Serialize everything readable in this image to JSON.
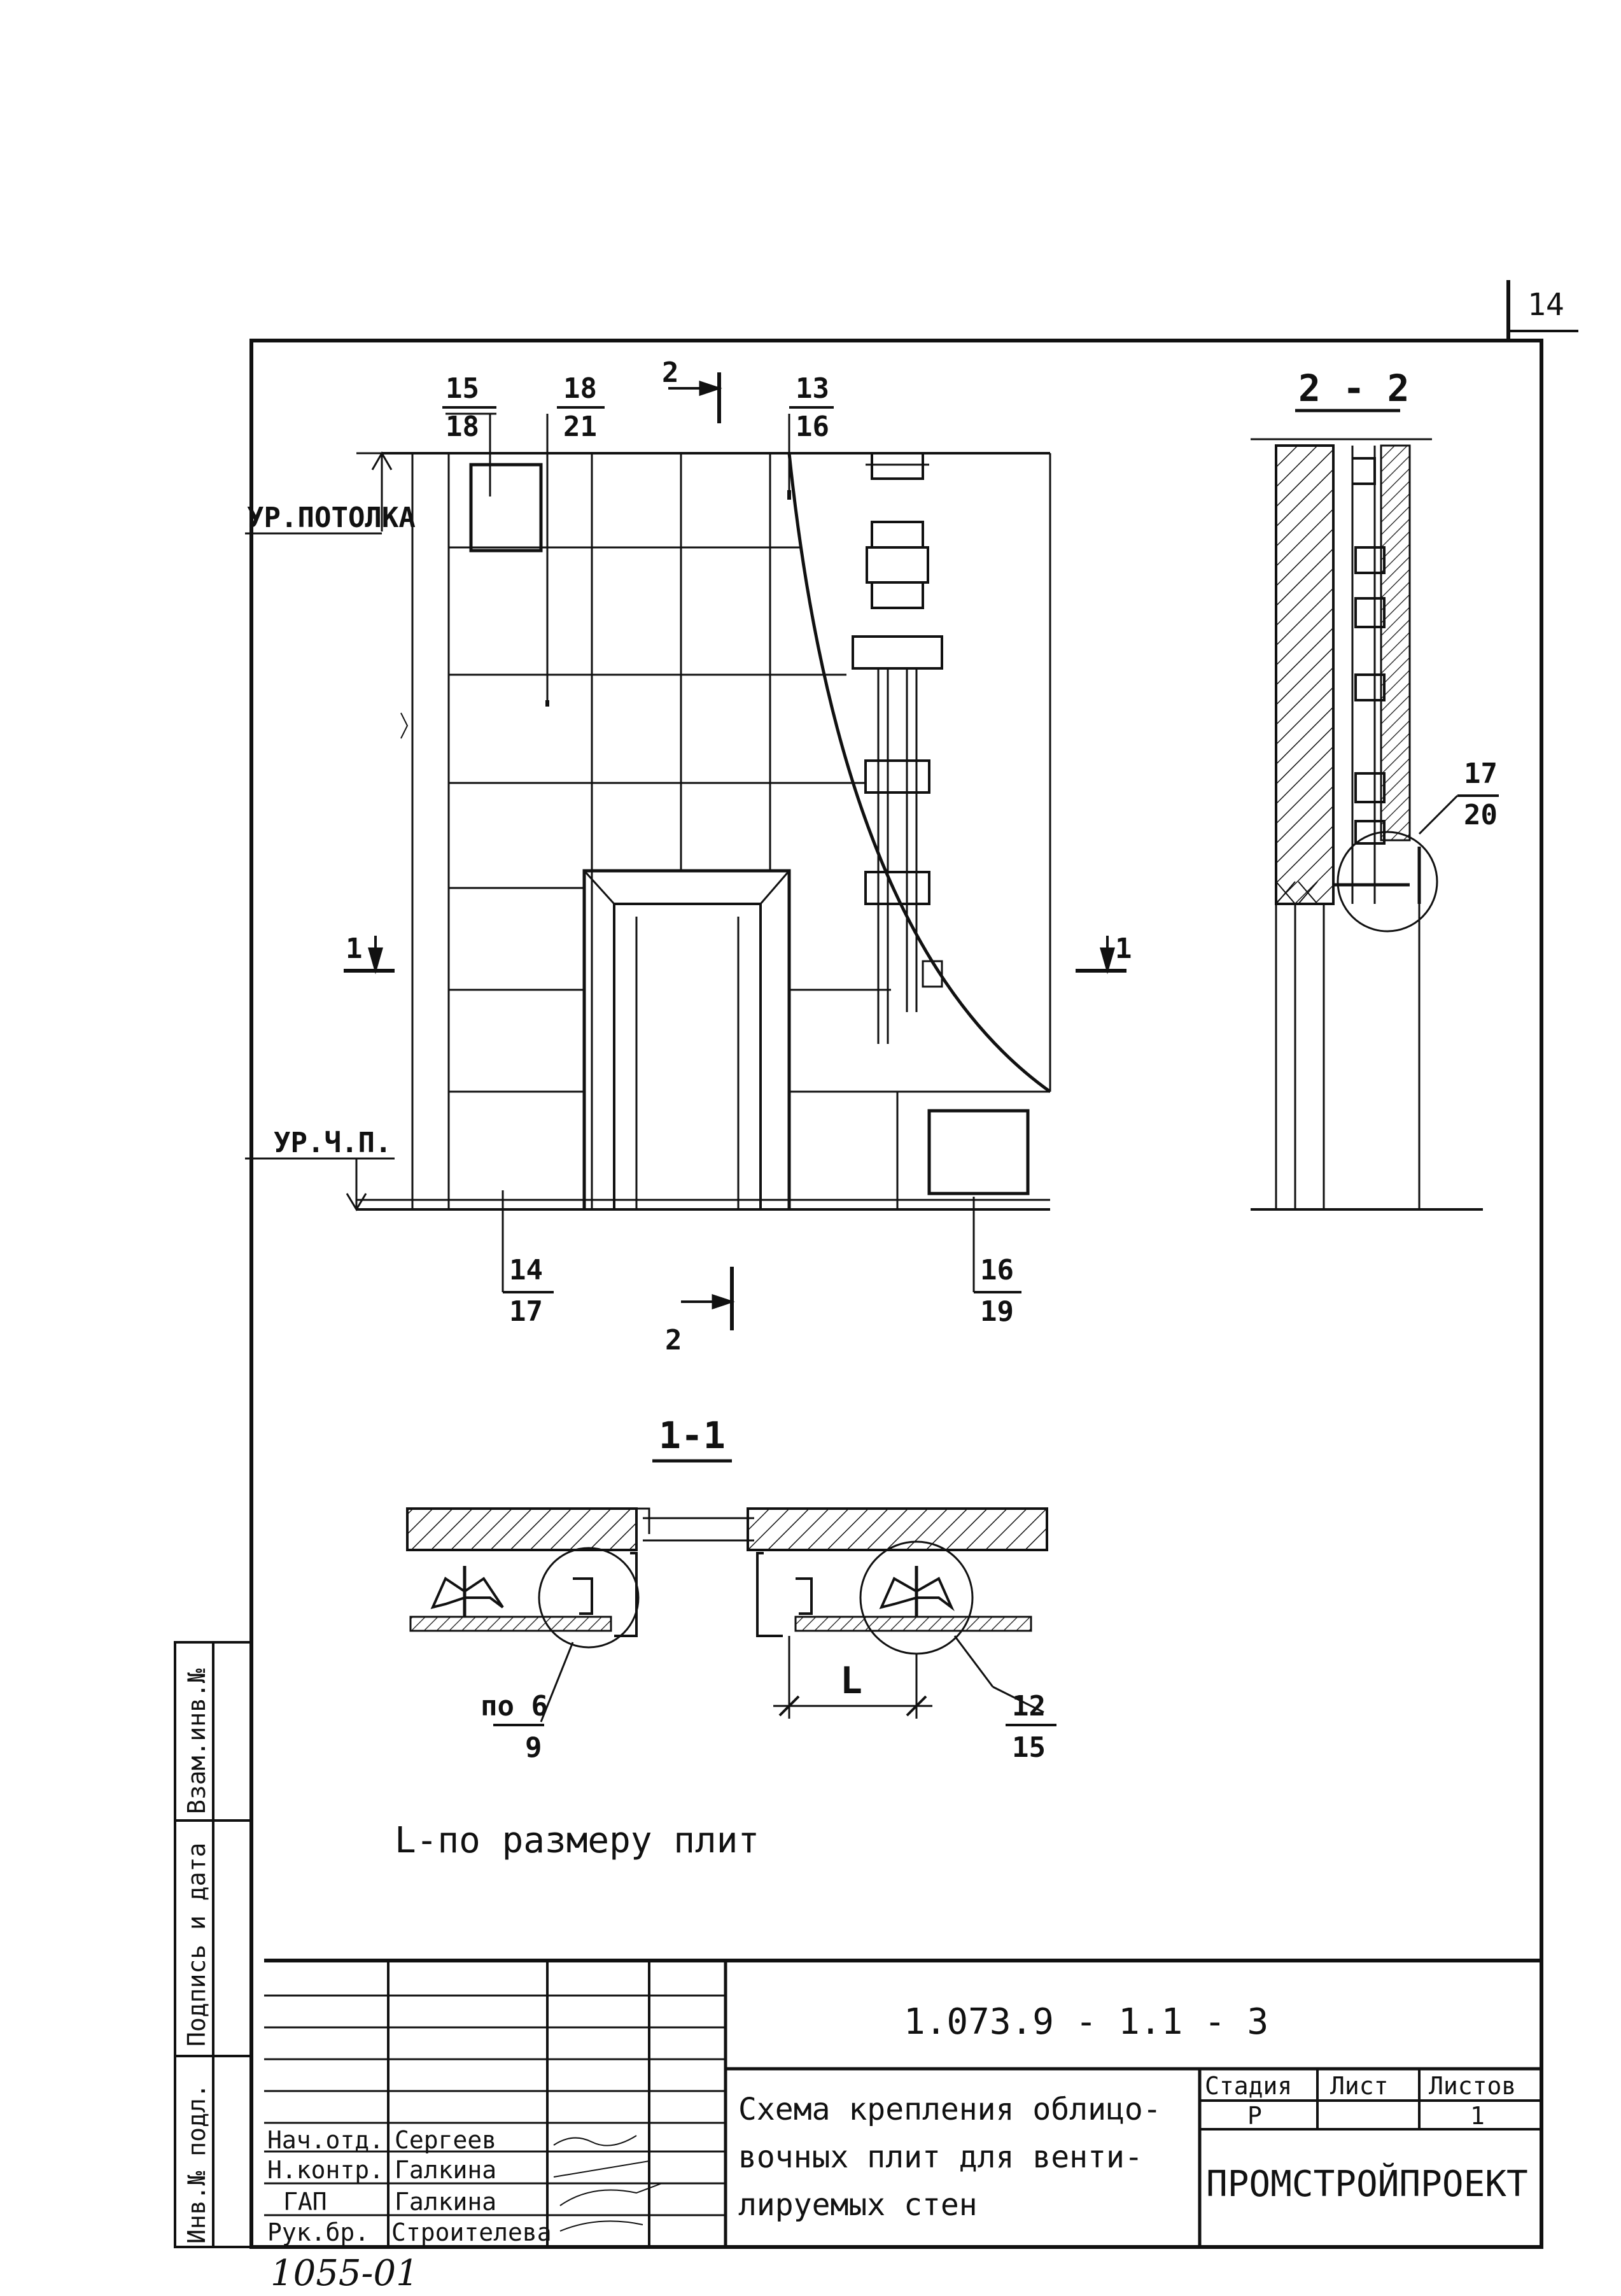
{
  "sheet_number": "14",
  "elevation": {
    "labels": {
      "ceiling_level": "УР.ПОТОЛКА",
      "floor_level": "УР.Ч.П."
    },
    "callouts": [
      {
        "top": "15",
        "bottom": "18"
      },
      {
        "top": "18",
        "bottom": "21"
      },
      {
        "top": "13",
        "bottom": "16"
      },
      {
        "top": "14",
        "bottom": "17"
      },
      {
        "top": "16",
        "bottom": "19"
      }
    ],
    "section_marks": {
      "s1_left": "1",
      "s1_right": "1",
      "s2_top": "2",
      "s2_bottom": "2"
    }
  },
  "section_2_2": {
    "title": "2 - 2",
    "callout": {
      "top": "17",
      "bottom": "20"
    }
  },
  "section_1_1": {
    "title": "1-1",
    "dimension_label": "L",
    "callout_left": {
      "top": "по 6",
      "bottom": "9"
    },
    "callout_right": {
      "top": "12",
      "bottom": "15"
    }
  },
  "note": "L-по размеру плит",
  "side_stamp": {
    "inv_no": "Инв.№ подл.",
    "sign_date": "Подпись и дата",
    "replace_inv": "Взам.инв.№"
  },
  "title_block": {
    "doc_code": "1.073.9 - 1.1 - 3",
    "drawing_title": [
      "Схема крепления облицо-",
      "вочных плит для венти-",
      "лируемых стен"
    ],
    "stage_header": "Стадия",
    "sheet_header": "Лист",
    "sheets_header": "Листов",
    "stage_value": "Р",
    "sheet_value": "",
    "sheets_value": "1",
    "organization": "ПРОМСТРОЙПРОЕКТ",
    "signatures": [
      {
        "role": "Нач.отд.",
        "name": "Сергеев"
      },
      {
        "role": "Н.контр.",
        "name": "Галкина"
      },
      {
        "role": "ГАП",
        "name": "Галкина"
      },
      {
        "role": "Рук.бр.",
        "name": "Строителева"
      }
    ]
  },
  "archive_number": "1055-01"
}
